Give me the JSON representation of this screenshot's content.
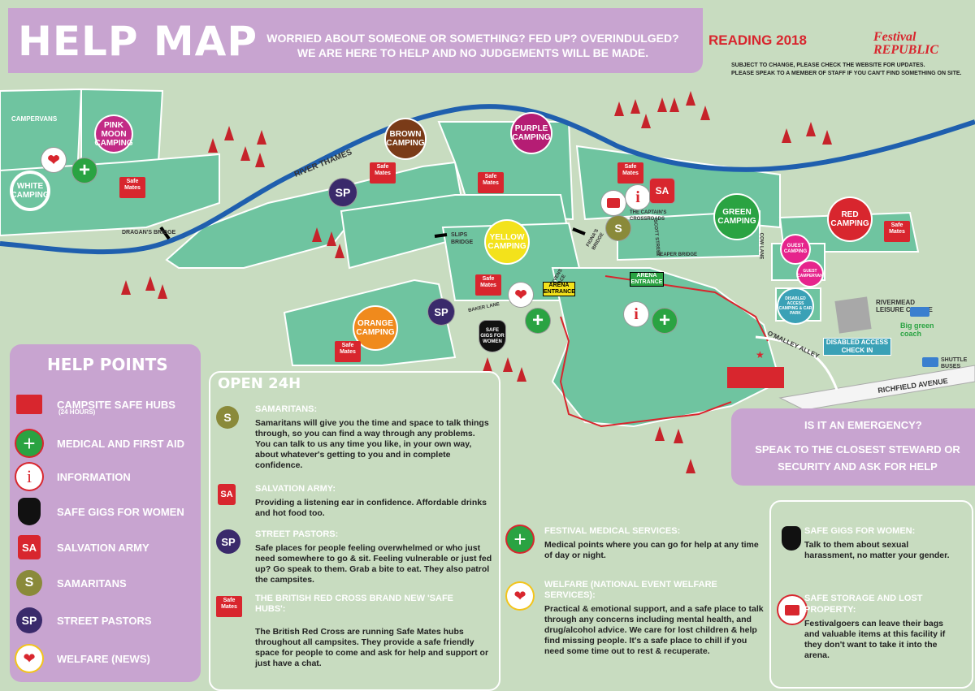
{
  "header": {
    "title": "HELP MAP",
    "tagline_1": "WORRIED ABOUT SOMEONE OR SOMETHING? FED UP? OVERINDULGED?",
    "tagline_2": "WE ARE HERE TO HELP AND NO JUDGEMENTS WILL BE MADE.",
    "brand_1": "READING 2018",
    "brand_2": "Festival REPUBLIC",
    "notice_1": "SUBJECT TO CHANGE, PLEASE CHECK THE WEBSITE FOR UPDATES.",
    "notice_2": "PLEASE SPEAK TO A MEMBER OF STAFF IF YOU CAN'T FIND SOMETHING ON SITE."
  },
  "map": {
    "campsites": {
      "pink_moon": "PINK MOON CAMPING",
      "white": "WHITE CAMPING",
      "brown": "BROWN CAMPING",
      "purple": "PURPLE CAMPING",
      "yellow": "YELLOW CAMPING",
      "orange": "ORANGE CAMPING",
      "green": "GREEN CAMPING",
      "red": "RED CAMPING",
      "guest": "GUEST CAMPING",
      "guest_campervan": "GUEST CAMPERVAN",
      "disabled": "DISABLED ACCESS CAMPING & CAR PARK"
    },
    "labels": {
      "campervans": "CAMPERVANS",
      "river": "RIVER THAMES",
      "dragans_bridge": "DRAGAN'S BRIDGE",
      "slips_bridge": "SLIPS BRIDGE",
      "fionas_bridge": "FIONA'S BRIDGE",
      "captains_crossroads": "THE CAPTAIN'S CROSSROADS",
      "scott_street": "SCOTT STREET",
      "reaper_bridge": "REAPER BRIDGE",
      "cow_lane": "COW LANE",
      "baker_lane": "BAKER LANE",
      "sevens_place": "SEVENS PLACE",
      "arena_entrance_1": "ARENA ENTRANCE",
      "arena_entrance_2": "ARENA ENTRANCE",
      "rivermead": "RIVERMEAD LEISURE CENTRE",
      "disabled_checkin": "DISABLED ACCESS CHECK IN",
      "omalley": "O'MALLEY ALLEY",
      "richfield": "RICHFIELD AVENUE",
      "big_green_coach": "Big green coach",
      "shuttle": "SHUTTLE BUSES",
      "safe_gigs": "SAFE GIGS FOR WOMEN",
      "safe_mates": "Safe Mates"
    }
  },
  "help_points": {
    "title": "HELP POINTS",
    "items": [
      {
        "label": "CAMPSITE SAFE HUBS",
        "sub": "(24 HOURS)"
      },
      {
        "label": "MEDICAL AND FIRST AID"
      },
      {
        "label": "INFORMATION"
      },
      {
        "label": "SAFE GIGS FOR WOMEN"
      },
      {
        "label": "SALVATION ARMY"
      },
      {
        "label": "SAMARITANS"
      },
      {
        "label": "STREET PASTORS"
      },
      {
        "label": "WELFARE (NEWS)"
      }
    ]
  },
  "open24": {
    "title": "OPEN 24H",
    "samaritans_h": "SAMARITANS:",
    "samaritans_t": "Samaritans will give you the time and space to talk things through, so you can find a way through any problems. You can talk to us any time you like, in your own way, about whatever's getting to you and in complete confidence.",
    "salvation_h": "SALVATION ARMY:",
    "salvation_t": "Providing a listening ear in confidence. Affordable drinks and hot food too.",
    "pastors_h": "STREET PASTORS:",
    "pastors_t": "Safe places for people feeling overwhelmed or who just need somewhere to go & sit. Feeling vulnerable or just fed up? Go speak to them. Grab a bite to eat. They also patrol the campsites.",
    "redcross_h": "THE BRITISH RED CROSS BRAND NEW 'SAFE HUBS':",
    "redcross_t": "The British Red Cross are running Safe Mates hubs throughout all campsites. They provide a safe friendly space for people to come and ask for help and support or just have a chat."
  },
  "middle": {
    "medical_h": "FESTIVAL MEDICAL SERVICES:",
    "medical_t": "Medical points where you can go for help at any time of day or night.",
    "welfare_h": "WELFARE (NATIONAL EVENT WELFARE SERVICES):",
    "welfare_t": "Practical & emotional support, and a safe place to talk through any concerns including mental health, and drug/alcohol advice. We care for lost children & help find missing people. It's a safe place to chill if you need some time out to rest & recuperate."
  },
  "emergency": {
    "line_1": "IS IT AN EMERGENCY?",
    "line_2": "SPEAK TO THE CLOSEST STEWARD OR SECURITY AND ASK FOR HELP"
  },
  "right": {
    "safegigs_h": "SAFE GIGS FOR WOMEN:",
    "safegigs_t": "Talk to them about sexual harassment, no matter your gender.",
    "storage_h": "SAFE STORAGE AND LOST PROPERTY:",
    "storage_t": "Festivalgoers can leave their bags and valuable items at this facility if they don't want to take it into the arena."
  },
  "colors": {
    "purple_panel": "#c8a4d0",
    "map_bg": "#c8dcc0",
    "field": "#6fc4a0",
    "river": "#1f5fae",
    "red": "#d8262e",
    "green_cross": "#2aa342"
  }
}
